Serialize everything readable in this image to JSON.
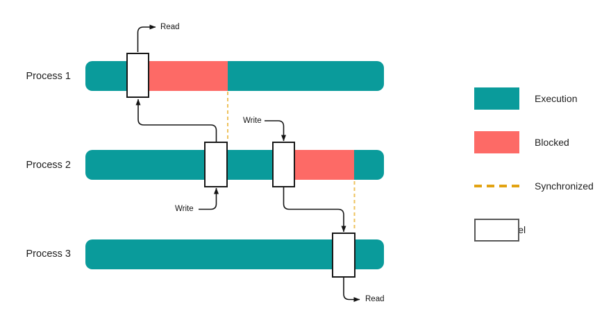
{
  "colors": {
    "execution": "#0a9b9b",
    "blocked": "#fd6a66",
    "synchronized": "#e2a312",
    "synchronized_light": "#eec25c",
    "arrow": "#141414",
    "text": "#202020"
  },
  "processes": [
    {
      "label": "Process 1"
    },
    {
      "label": "Process 2"
    },
    {
      "label": "Process 3"
    }
  ],
  "annotations": {
    "process1_read": "Read",
    "process2_write_top": "Write",
    "process2_write_bottom": "Write",
    "process3_read": "Read"
  },
  "legend": {
    "items": [
      {
        "id": "execution",
        "label": "Execution"
      },
      {
        "id": "blocked",
        "label": "Blocked"
      },
      {
        "id": "synchronized",
        "label": "Synchronized"
      },
      {
        "id": "channel",
        "label": "Channel"
      }
    ]
  }
}
